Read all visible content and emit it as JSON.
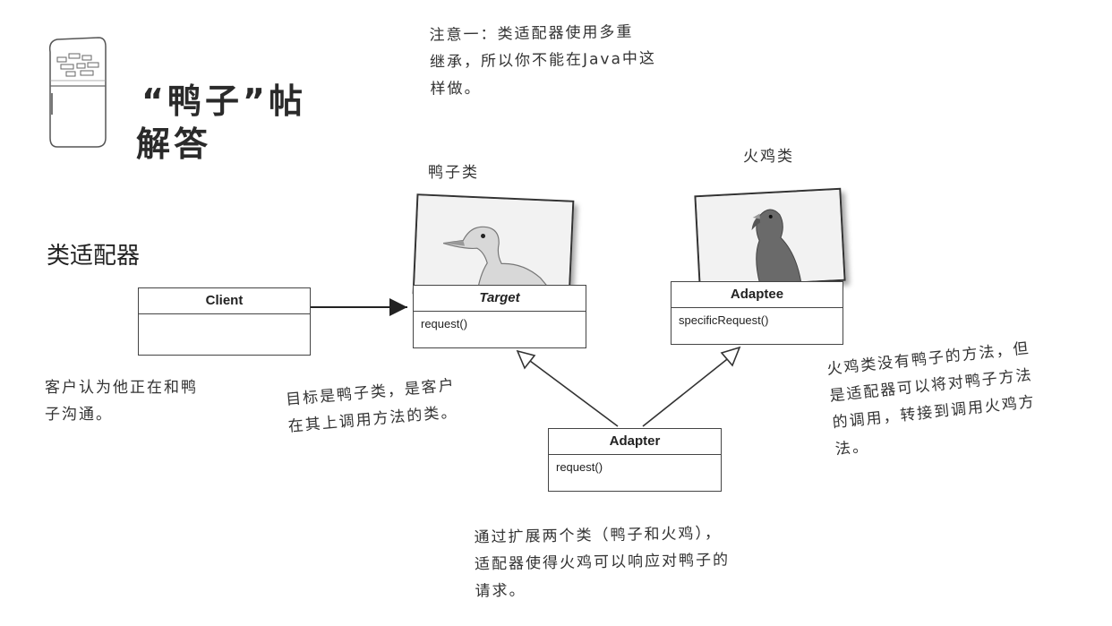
{
  "header": {
    "title_line1": "“鸭子”帖",
    "title_line2": "解答"
  },
  "note_top": {
    "line1": "注意一：类适配器使用多重",
    "line2": "继承，所以你不能在Java中这",
    "line3": "样做。"
  },
  "subtitle": "类适配器",
  "labels": {
    "duck_class": "鸭子类",
    "turkey_class": "火鸡类"
  },
  "classes": {
    "client": {
      "name": "Client",
      "ops": ""
    },
    "target": {
      "name": "Target",
      "ops": "request()"
    },
    "adaptee": {
      "name": "Adaptee",
      "ops": "specificRequest()"
    },
    "adapter": {
      "name": "Adapter",
      "ops": "request()"
    }
  },
  "notes": {
    "client": {
      "line1": "客户认为他正在和鸭",
      "line2": "子沟通。"
    },
    "target": {
      "line1": "目标是鸭子类，是客户",
      "line2": "在其上调用方法的类。"
    },
    "adaptee": {
      "line1": "火鸡类没有鸭子的方法，但",
      "line2": "是适配器可以将对鸭子方法",
      "line3": "的调用，转接到调用火鸡方",
      "line4": "法。"
    },
    "adapter": {
      "line1": "通过扩展两个类（鸭子和火鸡），",
      "line2": "适配器使得火鸡可以响应对鸭子的",
      "line3": "请求。"
    }
  },
  "icons": {
    "fridge": "fridge-icon",
    "duck": "duck-photo",
    "turkey": "turkey-photo"
  }
}
